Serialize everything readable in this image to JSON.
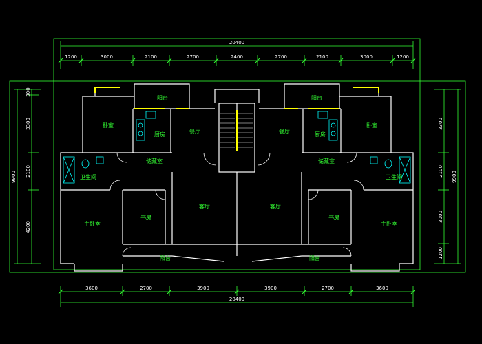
{
  "colors": {
    "background": "#000000",
    "wall": "#ffffff",
    "dimension": "#33ff33",
    "accent": "#ffff00",
    "fixture": "#00ffff",
    "text": "#33ff33"
  },
  "top": {
    "total": "20400",
    "segments": [
      "1200",
      "3000",
      "2100",
      "2700",
      "2400",
      "2700",
      "2100",
      "3000",
      "1200"
    ]
  },
  "bottom": {
    "total": "20400",
    "segments": [
      "3600",
      "2700",
      "3900",
      "3900",
      "2700",
      "3600"
    ]
  },
  "left": {
    "total": "9900",
    "segments": [
      "300",
      "3300",
      "2100",
      "4200"
    ]
  },
  "right": {
    "total": "9900",
    "segments": [
      "3300",
      "2100",
      "3000",
      "1200"
    ]
  },
  "rooms": {
    "balcony_top_left": "阳台",
    "balcony_top_right": "阳台",
    "bedroom_left": "卧室",
    "bedroom_right": "卧室",
    "kitchen_left": "厨房",
    "kitchen_right": "厨房",
    "dining_left": "餐厅",
    "dining_right": "餐厅",
    "storage_left": "储藏室",
    "storage_right": "储藏室",
    "bath_left": "卫生间",
    "bath_right": "卫生间",
    "study_left": "书房",
    "study_right": "书房",
    "living_left": "客厅",
    "living_right": "客厅",
    "master_left": "主卧室",
    "master_right": "主卧室",
    "balcony_bottom_left": "阳台",
    "balcony_bottom_right": "阳台"
  }
}
